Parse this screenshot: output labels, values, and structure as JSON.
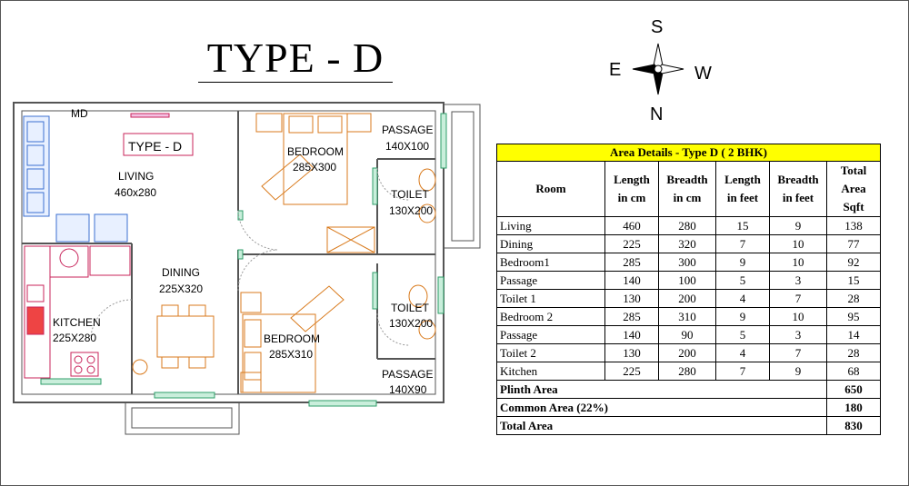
{
  "title": "TYPE - D",
  "compass": {
    "north": "N",
    "south": "S",
    "east": "E",
    "west": "W"
  },
  "plan_labels": {
    "md": "MD",
    "type_tag": "TYPE - D",
    "living": {
      "name": "LIVING",
      "size": "460x280"
    },
    "bedroom1": {
      "name": "BEDROOM",
      "size": "285X300"
    },
    "passage1": {
      "name": "PASSAGE",
      "size": "140X100"
    },
    "toilet1": {
      "name": "TOILET",
      "size": "130X200"
    },
    "dining": {
      "name": "DINING",
      "size": "225X320"
    },
    "kitchen": {
      "name": "KITCHEN",
      "size": "225X280"
    },
    "bedroom2": {
      "name": "BEDROOM",
      "size": "285X310"
    },
    "toilet2": {
      "name": "TOILET",
      "size": "130X200"
    },
    "passage2": {
      "name": "PASSAGE",
      "size": "140X90"
    }
  },
  "table": {
    "caption": "Area Details - Type D ( 2 BHK)",
    "headers": [
      "Room",
      "Length in cm",
      "Breadth in cm",
      "Length in feet",
      "Breadth in feet",
      "Total Area Sqft"
    ],
    "rows": [
      [
        "Living",
        "460",
        "280",
        "15",
        "9",
        "138"
      ],
      [
        "Dining",
        "225",
        "320",
        "7",
        "10",
        "77"
      ],
      [
        "Bedroom1",
        "285",
        "300",
        "9",
        "10",
        "92"
      ],
      [
        "Passage",
        "140",
        "100",
        "5",
        "3",
        "15"
      ],
      [
        "Toilet 1",
        "130",
        "200",
        "4",
        "7",
        "28"
      ],
      [
        "Bedroom 2",
        "285",
        "310",
        "9",
        "10",
        "95"
      ],
      [
        "Passage",
        "140",
        "90",
        "5",
        "3",
        "14"
      ],
      [
        "Toilet 2",
        "130",
        "200",
        "4",
        "7",
        "28"
      ],
      [
        "Kitchen",
        "225",
        "280",
        "7",
        "9",
        "68"
      ]
    ],
    "totals": [
      {
        "label": "Plinth Area",
        "value": "650"
      },
      {
        "label": "Common Area (22%)",
        "value": "180"
      },
      {
        "label": "Total Area",
        "value": "830"
      }
    ]
  },
  "colors": {
    "wall": "#555555",
    "window": "#2e9e6a",
    "furniture": "#d97a1c",
    "sofa": "#3b6fd1",
    "kitchen": "#c8235a",
    "table_caption": "#ffff00"
  }
}
